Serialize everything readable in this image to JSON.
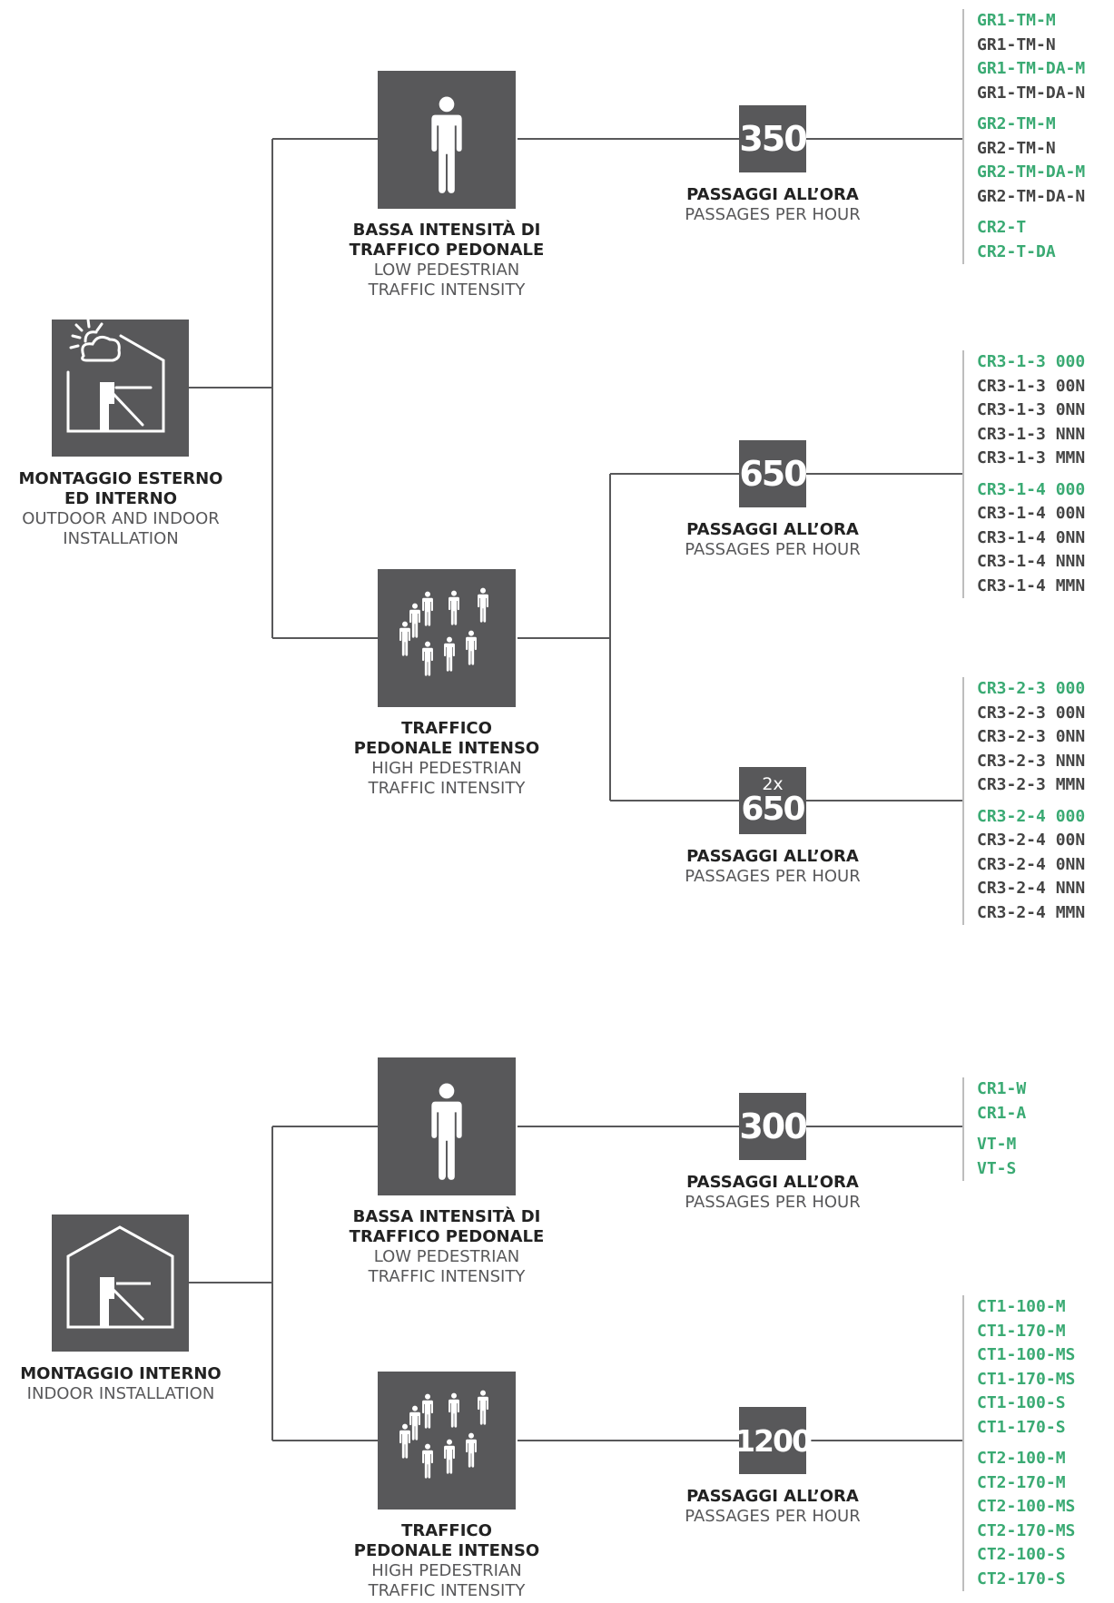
{
  "colors": {
    "box": "#58585a",
    "line": "#58585a",
    "green": "#3aaa73",
    "dark": "#444444",
    "divider": "#bdbdbd"
  },
  "outdoor": {
    "icon": "outdoor-turnstile-sun-cloud-icon",
    "title_it": [
      "MONTAGGIO ESTERNO",
      "ED INTERNO"
    ],
    "title_en": [
      "OUTDOOR AND INDOOR",
      "INSTALLATION"
    ],
    "low": {
      "icon": "single-pedestrian-icon",
      "title_it": [
        "BASSA INTENSITÀ DI",
        "TRAFFICO PEDONALE"
      ],
      "title_en": [
        "LOW PEDESTRIAN",
        "TRAFFIC INTENSITY"
      ],
      "rate": {
        "value": "350",
        "it": "PASSAGGI ALL’ORA",
        "en": "PASSAGES PER HOUR"
      },
      "codes": [
        [
          {
            "t": "GR1-TM-M",
            "c": "green"
          },
          {
            "t": "GR1-TM-N",
            "c": "dark"
          },
          {
            "t": "GR1-TM-DA-M",
            "c": "green"
          },
          {
            "t": "GR1-TM-DA-N",
            "c": "dark"
          }
        ],
        [
          {
            "t": "GR2-TM-M",
            "c": "green"
          },
          {
            "t": "GR2-TM-N",
            "c": "dark"
          },
          {
            "t": "GR2-TM-DA-M",
            "c": "green"
          },
          {
            "t": "GR2-TM-DA-N",
            "c": "dark"
          }
        ],
        [
          {
            "t": "CR2-T",
            "c": "green"
          },
          {
            "t": "CR2-T-DA",
            "c": "green"
          }
        ]
      ]
    },
    "high": {
      "icon": "pedestrian-crowd-icon",
      "title_it": [
        "TRAFFICO",
        "PEDONALE INTENSO"
      ],
      "title_en": [
        "HIGH PEDESTRIAN",
        "TRAFFIC INTENSITY"
      ],
      "rate_a": {
        "value": "650",
        "it": "PASSAGGI ALL’ORA",
        "en": "PASSAGES PER HOUR",
        "codes": [
          [
            {
              "t": "CR3-1-3 000",
              "c": "green"
            },
            {
              "t": "CR3-1-3 00N",
              "c": "dark"
            },
            {
              "t": "CR3-1-3 0NN",
              "c": "dark"
            },
            {
              "t": "CR3-1-3 NNN",
              "c": "dark"
            },
            {
              "t": "CR3-1-3 MMN",
              "c": "dark"
            }
          ],
          [
            {
              "t": "CR3-1-4 000",
              "c": "green"
            },
            {
              "t": "CR3-1-4 00N",
              "c": "dark"
            },
            {
              "t": "CR3-1-4 0NN",
              "c": "dark"
            },
            {
              "t": "CR3-1-4 NNN",
              "c": "dark"
            },
            {
              "t": "CR3-1-4 MMN",
              "c": "dark"
            }
          ]
        ]
      },
      "rate_b": {
        "multiplier": "2x",
        "value": "650",
        "it": "PASSAGGI ALL’ORA",
        "en": "PASSAGES PER HOUR",
        "codes": [
          [
            {
              "t": "CR3-2-3 000",
              "c": "green"
            },
            {
              "t": "CR3-2-3 00N",
              "c": "dark"
            },
            {
              "t": "CR3-2-3 0NN",
              "c": "dark"
            },
            {
              "t": "CR3-2-3 NNN",
              "c": "dark"
            },
            {
              "t": "CR3-2-3 MMN",
              "c": "dark"
            }
          ],
          [
            {
              "t": "CR3-2-4 000",
              "c": "green"
            },
            {
              "t": "CR3-2-4 00N",
              "c": "dark"
            },
            {
              "t": "CR3-2-4 0NN",
              "c": "dark"
            },
            {
              "t": "CR3-2-4 NNN",
              "c": "dark"
            },
            {
              "t": "CR3-2-4 MMN",
              "c": "dark"
            }
          ]
        ]
      }
    }
  },
  "indoor": {
    "icon": "indoor-turnstile-house-icon",
    "title_it": [
      "MONTAGGIO INTERNO"
    ],
    "title_en": [
      "INDOOR INSTALLATION"
    ],
    "low": {
      "icon": "single-pedestrian-icon",
      "title_it": [
        "BASSA INTENSITÀ DI",
        "TRAFFICO PEDONALE"
      ],
      "title_en": [
        "LOW PEDESTRIAN",
        "TRAFFIC INTENSITY"
      ],
      "rate": {
        "value": "300",
        "it": "PASSAGGI ALL’ORA",
        "en": "PASSAGES PER HOUR"
      },
      "codes": [
        [
          {
            "t": "CR1-W",
            "c": "green"
          },
          {
            "t": "CR1-A",
            "c": "green"
          }
        ],
        [
          {
            "t": "VT-M",
            "c": "green"
          },
          {
            "t": "VT-S",
            "c": "green"
          }
        ]
      ]
    },
    "high": {
      "icon": "pedestrian-crowd-icon",
      "title_it": [
        "TRAFFICO",
        "PEDONALE INTENSO"
      ],
      "title_en": [
        "HIGH PEDESTRIAN",
        "TRAFFIC INTENSITY"
      ],
      "rate": {
        "value": "1200",
        "it": "PASSAGGI ALL’ORA",
        "en": "PASSAGES PER HOUR"
      },
      "codes": [
        [
          {
            "t": "CT1-100-M",
            "c": "green"
          },
          {
            "t": "CT1-170-M",
            "c": "green"
          },
          {
            "t": "CT1-100-MS",
            "c": "green"
          },
          {
            "t": "CT1-170-MS",
            "c": "green"
          },
          {
            "t": "CT1-100-S",
            "c": "green"
          },
          {
            "t": "CT1-170-S",
            "c": "green"
          }
        ],
        [
          {
            "t": "CT2-100-M",
            "c": "green"
          },
          {
            "t": "CT2-170-M",
            "c": "green"
          },
          {
            "t": "CT2-100-MS",
            "c": "green"
          },
          {
            "t": "CT2-170-MS",
            "c": "green"
          },
          {
            "t": "CT2-100-S",
            "c": "green"
          },
          {
            "t": "CT2-170-S",
            "c": "green"
          }
        ]
      ]
    }
  }
}
